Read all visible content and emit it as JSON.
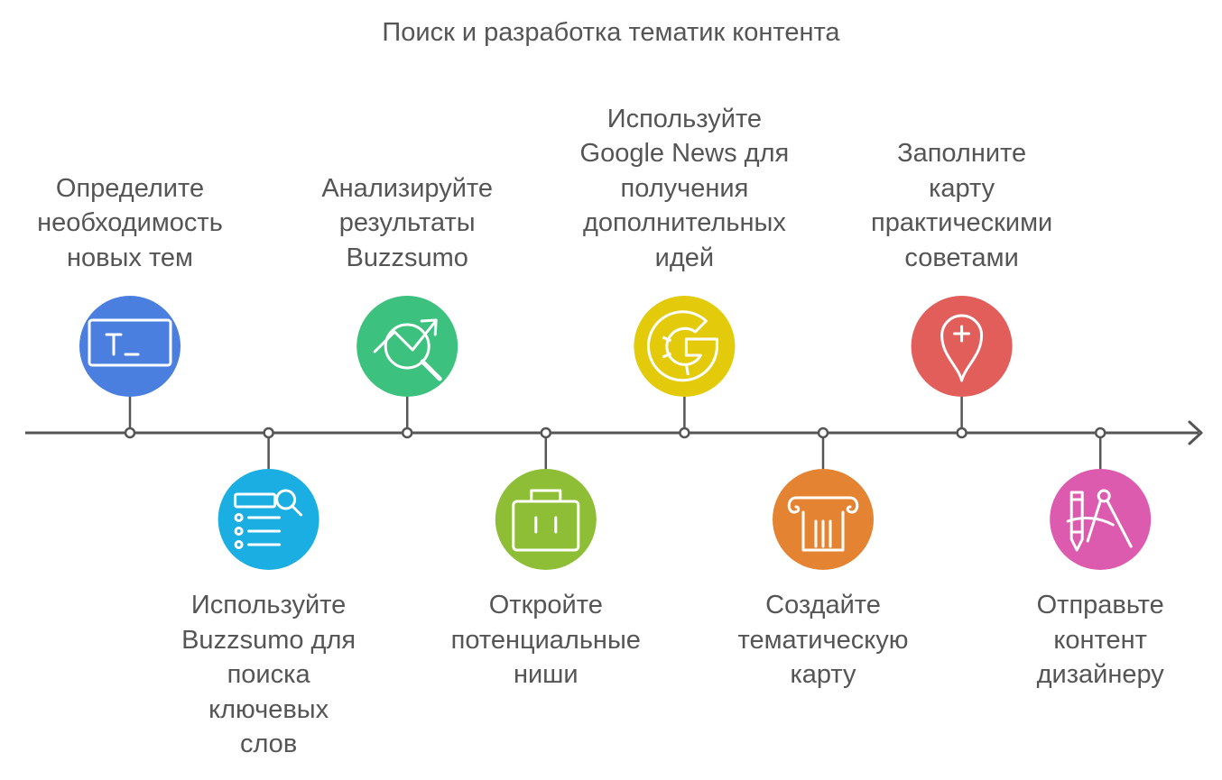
{
  "title": "Поиск и разработка тематик контента",
  "colors": {
    "axis": "#555555",
    "text": "#555555",
    "icon_stroke": "#ffffff"
  },
  "steps": [
    {
      "id": "step1",
      "position": "top",
      "color": "#4A7FE0",
      "icon": "terminal-icon",
      "lines": [
        "Определите",
        "необходимость",
        "новых тем"
      ]
    },
    {
      "id": "step2",
      "position": "bottom",
      "color": "#1BAEE3",
      "icon": "search-list-icon",
      "lines": [
        "Используйте",
        "Buzzsumo для",
        "поиска",
        "ключевых",
        "слов"
      ]
    },
    {
      "id": "step3",
      "position": "top",
      "color": "#3DC17E",
      "icon": "trend-search-icon",
      "lines": [
        "Анализируйте",
        "результаты",
        "Buzzsumo"
      ]
    },
    {
      "id": "step4",
      "position": "bottom",
      "color": "#8DBE36",
      "icon": "briefcase-icon",
      "lines": [
        "Откройте",
        "потенциальные",
        "ниши"
      ]
    },
    {
      "id": "step5",
      "position": "top",
      "color": "#E3CB0C",
      "icon": "google-icon",
      "lines": [
        "Используйте",
        "Google News для",
        "получения",
        "дополнительных",
        "идей"
      ]
    },
    {
      "id": "step6",
      "position": "bottom",
      "color": "#E48432",
      "icon": "column-icon",
      "lines": [
        "Создайте",
        "тематическую",
        "карту"
      ]
    },
    {
      "id": "step7",
      "position": "top",
      "color": "#E25E5B",
      "icon": "map-pin-plus-icon",
      "lines": [
        "Заполните",
        "карту",
        "практическими",
        "советами"
      ]
    },
    {
      "id": "step8",
      "position": "bottom",
      "color": "#DC5BAE",
      "icon": "design-tools-icon",
      "lines": [
        "Отправьте",
        "контент",
        "дизайнеру"
      ]
    }
  ]
}
